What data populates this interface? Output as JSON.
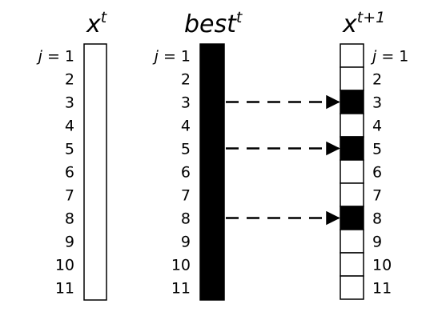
{
  "columns": {
    "x_t": {
      "base": "x",
      "superscript": "t",
      "row_labels": [
        "j = 1",
        "2",
        "3",
        "4",
        "5",
        "6",
        "7",
        "8",
        "9",
        "10",
        "11"
      ],
      "fill": "white"
    },
    "best_t": {
      "base": "best",
      "superscript": "t",
      "row_labels": [
        "j = 1",
        "2",
        "3",
        "4",
        "5",
        "6",
        "7",
        "8",
        "9",
        "10",
        "11"
      ],
      "fill": "black"
    },
    "x_t1": {
      "base": "x",
      "superscript": "t+1",
      "row_labels": [
        "j = 1",
        "2",
        "3",
        "4",
        "5",
        "6",
        "7",
        "8",
        "9",
        "10",
        "11"
      ],
      "cells": [
        0,
        0,
        1,
        0,
        1,
        0,
        0,
        1,
        0,
        0,
        0
      ]
    }
  },
  "copied_rows": [
    3,
    5,
    8
  ],
  "colors": {
    "ink": "#000000",
    "paper": "#ffffff"
  }
}
